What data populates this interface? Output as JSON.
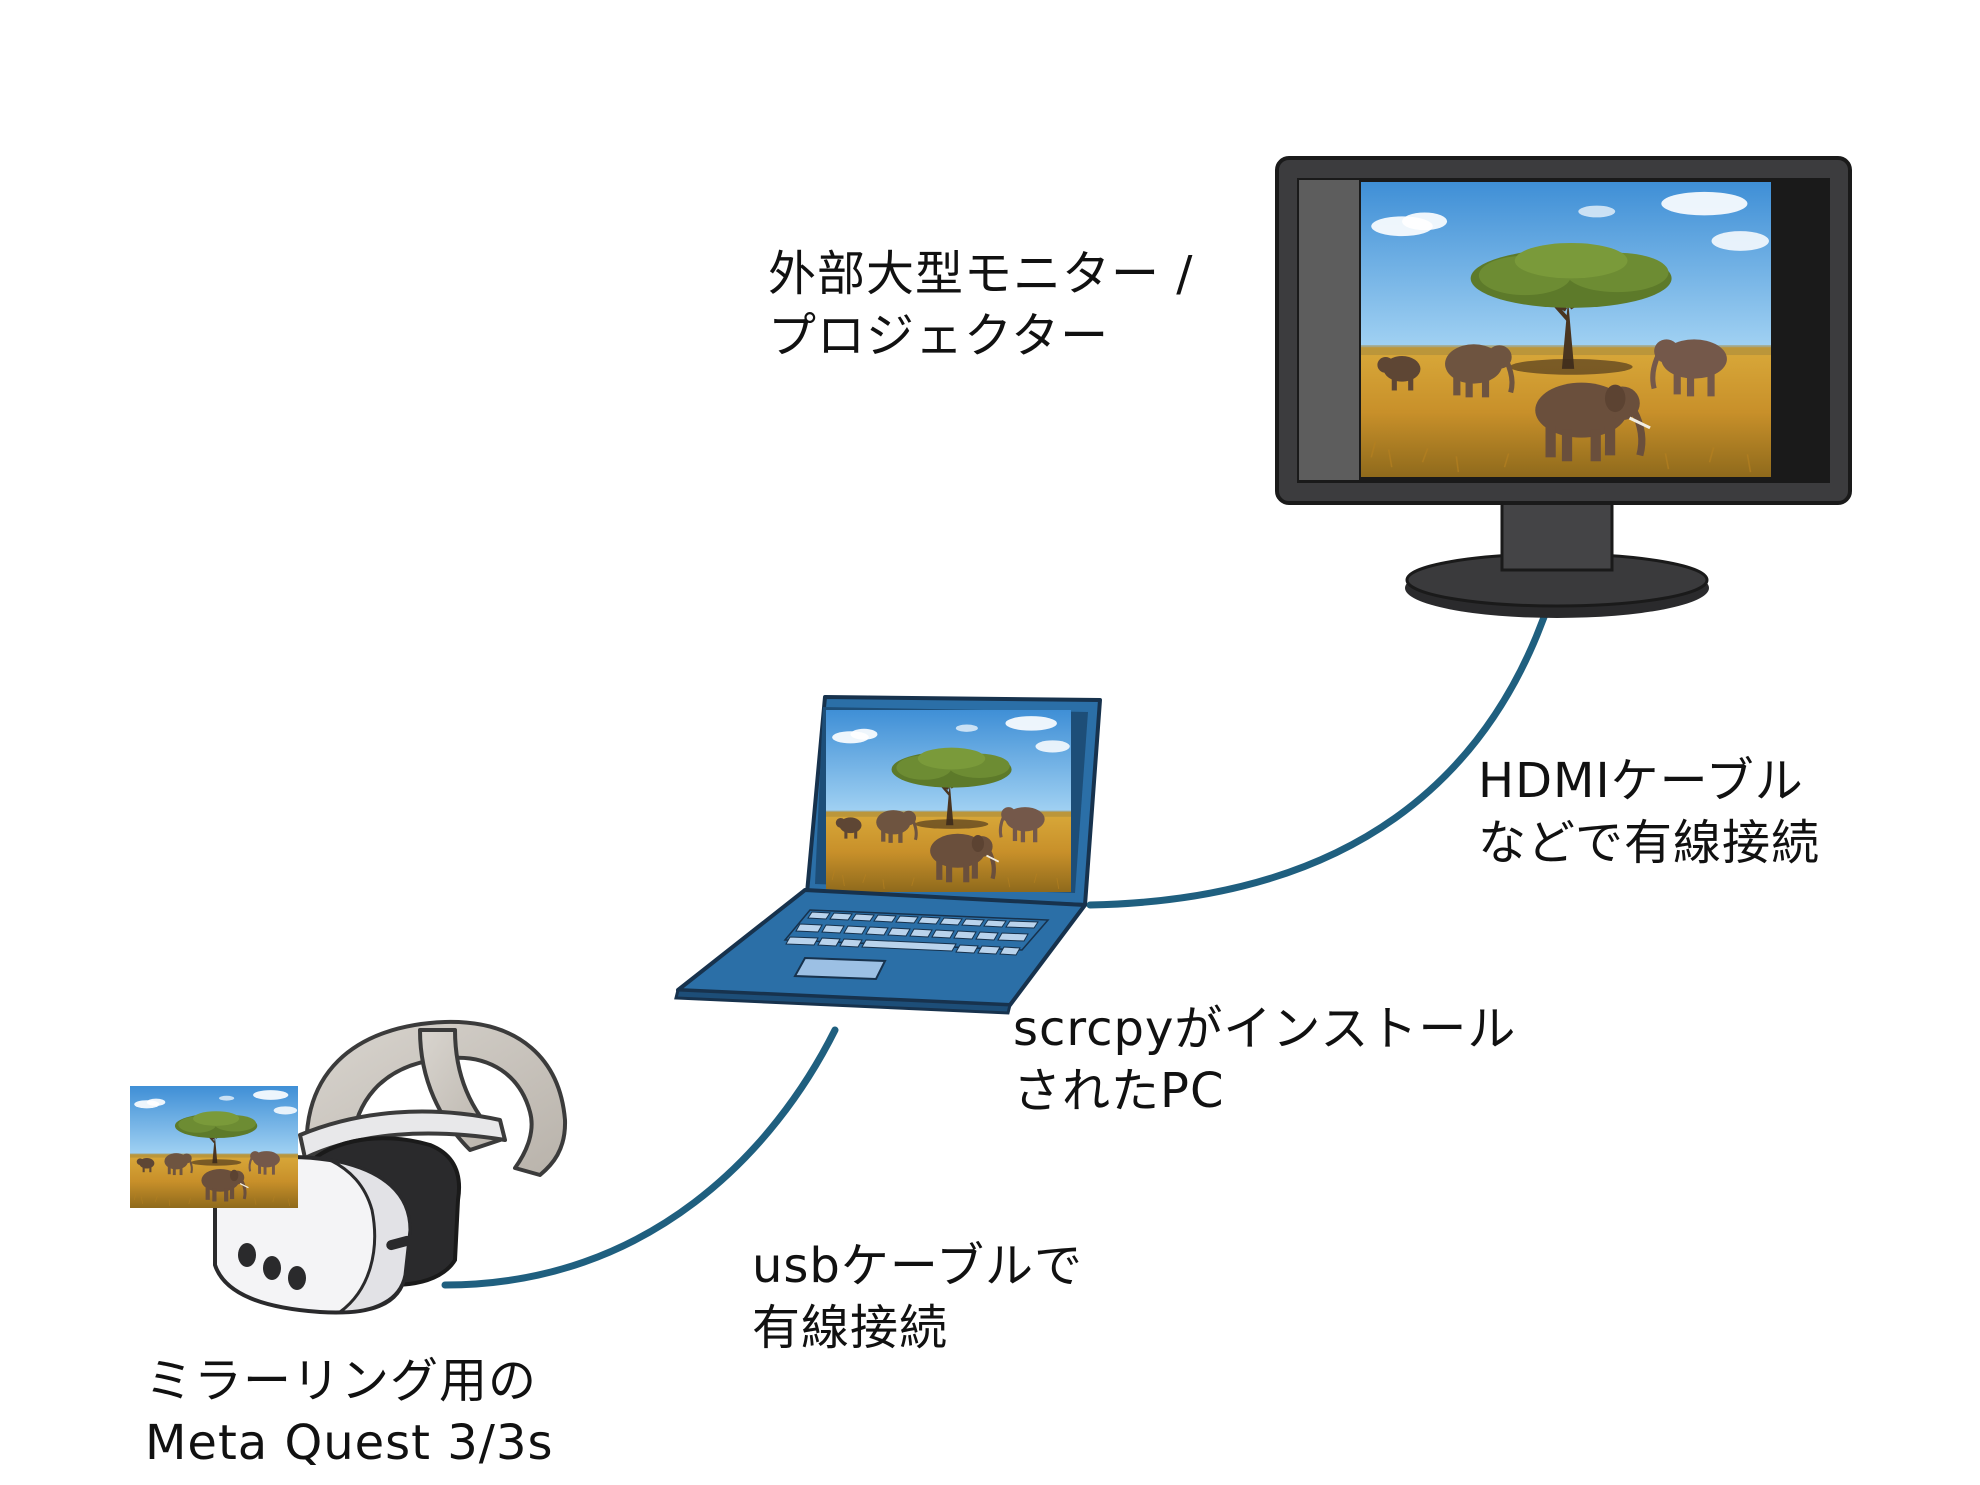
{
  "diagram": {
    "monitor": {
      "line1": "外部大型モニター /",
      "line2": "プロジェクター"
    },
    "hdmi": {
      "line1": "HDMIケーブル",
      "line2": "などで有線接続"
    },
    "pc": {
      "line1": "scrcpyがインストール",
      "line2": "されたPC"
    },
    "usb": {
      "line1": "usbケーブルで",
      "line2": "有線接続"
    },
    "headset": {
      "line1": "ミラーリング用の",
      "line2": "Meta Quest 3/3s"
    }
  },
  "colors": {
    "cable": "#1f5f7f",
    "laptop_body": "#2b6fa7",
    "monitor_body": "#3c3c3e"
  },
  "icons": [
    "monitor-icon",
    "laptop-icon",
    "vr-headset-icon"
  ]
}
